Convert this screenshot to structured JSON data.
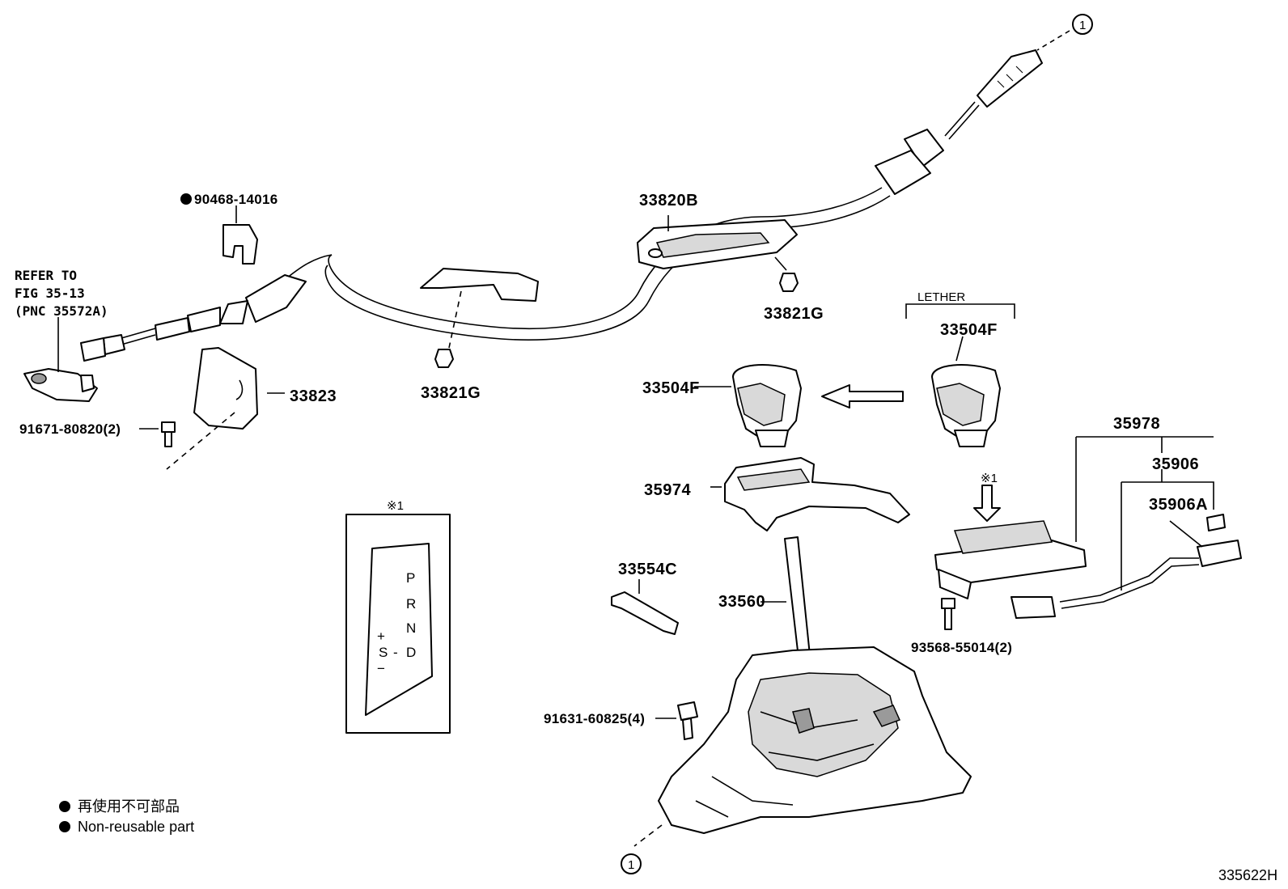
{
  "labels": {
    "p90468": "90468-14016",
    "refer_line1": "REFER TO",
    "refer_line2": "FIG 35-13",
    "refer_line3": "(PNC 35572A)",
    "p33823": "33823",
    "p91671": "91671-80820(2)",
    "p33821g_a": "33821G",
    "p33820b": "33820B",
    "p33821g_b": "33821G",
    "lether": "LETHER",
    "p33504f_a": "33504F",
    "p33504f_b": "33504F",
    "p35974": "35974",
    "p35978": "35978",
    "p35906": "35906",
    "p35906a": "35906A",
    "note_mark_1": "※1",
    "note_mark_2": "※1",
    "p33554c": "33554C",
    "p33560": "33560",
    "p93568": "93568-55014(2)",
    "p91631": "91631-60825(4)",
    "circle_ref_top": "1",
    "circle_ref_bottom": "1",
    "figure_number": "335622H"
  },
  "shift_panel": {
    "P": "P",
    "R": "R",
    "N": "N",
    "D": "D",
    "S": "S",
    "plus": "+",
    "minus": "−",
    "dash": "-"
  },
  "legend": {
    "japanese": "再使用不可部品",
    "english": "Non-reusable part"
  }
}
